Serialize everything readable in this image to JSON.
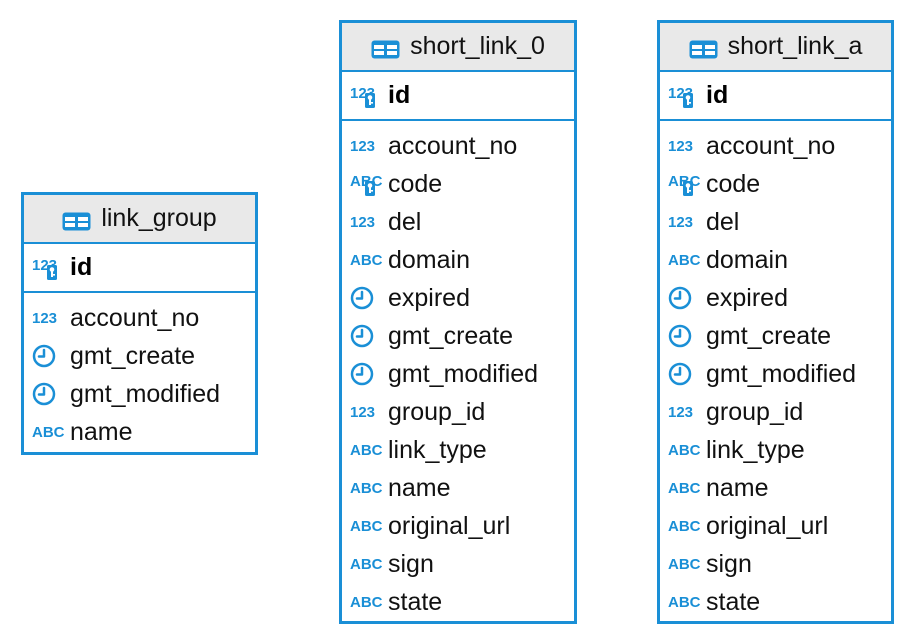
{
  "colors": {
    "accent": "#1a8fd6",
    "header_bg": "#e9e9e9"
  },
  "tables": [
    {
      "title": "link_group",
      "pk": {
        "name": "id",
        "icon": "numeric-key-icon"
      },
      "columns": [
        {
          "name": "account_no",
          "icon": "numeric-icon"
        },
        {
          "name": "gmt_create",
          "icon": "clock-icon"
        },
        {
          "name": "gmt_modified",
          "icon": "clock-icon"
        },
        {
          "name": "name",
          "icon": "text-icon"
        }
      ]
    },
    {
      "title": "short_link_0",
      "pk": {
        "name": "id",
        "icon": "numeric-key-icon"
      },
      "columns": [
        {
          "name": "account_no",
          "icon": "numeric-icon"
        },
        {
          "name": "code",
          "icon": "text-key-icon"
        },
        {
          "name": "del",
          "icon": "numeric-icon"
        },
        {
          "name": "domain",
          "icon": "text-icon"
        },
        {
          "name": "expired",
          "icon": "clock-icon"
        },
        {
          "name": "gmt_create",
          "icon": "clock-icon"
        },
        {
          "name": "gmt_modified",
          "icon": "clock-icon"
        },
        {
          "name": "group_id",
          "icon": "numeric-icon"
        },
        {
          "name": "link_type",
          "icon": "text-icon"
        },
        {
          "name": "name",
          "icon": "text-icon"
        },
        {
          "name": "original_url",
          "icon": "text-icon"
        },
        {
          "name": "sign",
          "icon": "text-icon"
        },
        {
          "name": "state",
          "icon": "text-icon"
        }
      ]
    },
    {
      "title": "short_link_a",
      "pk": {
        "name": "id",
        "icon": "numeric-key-icon"
      },
      "columns": [
        {
          "name": "account_no",
          "icon": "numeric-icon"
        },
        {
          "name": "code",
          "icon": "text-key-icon"
        },
        {
          "name": "del",
          "icon": "numeric-icon"
        },
        {
          "name": "domain",
          "icon": "text-icon"
        },
        {
          "name": "expired",
          "icon": "clock-icon"
        },
        {
          "name": "gmt_create",
          "icon": "clock-icon"
        },
        {
          "name": "gmt_modified",
          "icon": "clock-icon"
        },
        {
          "name": "group_id",
          "icon": "numeric-icon"
        },
        {
          "name": "link_type",
          "icon": "text-icon"
        },
        {
          "name": "name",
          "icon": "text-icon"
        },
        {
          "name": "original_url",
          "icon": "text-icon"
        },
        {
          "name": "sign",
          "icon": "text-icon"
        },
        {
          "name": "state",
          "icon": "text-icon"
        }
      ]
    }
  ],
  "glyphs": {
    "numeric": "123",
    "text": "ABC"
  }
}
